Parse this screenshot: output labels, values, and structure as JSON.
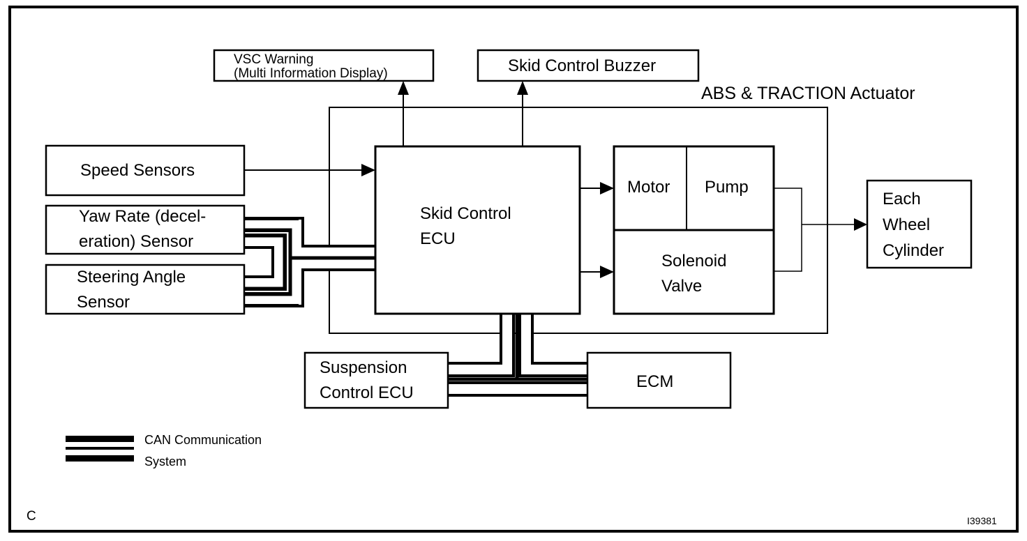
{
  "diagram": {
    "corner_label": "C",
    "figure_id": "I39381",
    "actuator_group_label": "ABS & TRACTION Actuator",
    "blocks": {
      "vsc_warning": {
        "line1": "VSC Warning",
        "line2": "(Multi Information Display)"
      },
      "skid_buzzer": {
        "label": "Skid Control Buzzer"
      },
      "speed_sensors": {
        "label": "Speed Sensors"
      },
      "yaw_rate": {
        "line1": "Yaw Rate (decel-",
        "line2": "eration) Sensor"
      },
      "steering_angle": {
        "line1": "Steering Angle",
        "line2": "Sensor"
      },
      "skid_ecu": {
        "line1": "Skid Control",
        "line2": "ECU"
      },
      "motor": {
        "label": "Motor"
      },
      "pump": {
        "label": "Pump"
      },
      "solenoid": {
        "line1": "Solenoid",
        "line2": "Valve"
      },
      "wheel_cylinder": {
        "line1": "Each",
        "line2": "Wheel",
        "line3": "Cylinder"
      },
      "suspension_ecu": {
        "line1": "Suspension",
        "line2": "Control ECU"
      },
      "ecm": {
        "label": "ECM"
      }
    },
    "legend": {
      "line1": "CAN Communication",
      "line2": "System"
    },
    "connections": [
      {
        "from": "Speed Sensors",
        "to": "Skid Control ECU",
        "type": "signal"
      },
      {
        "from": "Skid Control ECU",
        "to": "VSC Warning",
        "type": "signal"
      },
      {
        "from": "Skid Control ECU",
        "to": "Skid Control Buzzer",
        "type": "signal"
      },
      {
        "from": "Skid Control ECU",
        "to": "Motor",
        "type": "signal"
      },
      {
        "from": "Skid Control ECU",
        "to": "Solenoid Valve",
        "type": "signal"
      },
      {
        "from": "Pump / Solenoid Valve",
        "to": "Each Wheel Cylinder",
        "type": "hydraulic"
      },
      {
        "from": "Yaw Rate Sensor",
        "to": "Skid Control ECU",
        "type": "CAN"
      },
      {
        "from": "Steering Angle Sensor",
        "to": "Skid Control ECU",
        "type": "CAN"
      },
      {
        "from": "Suspension Control ECU",
        "to": "Skid Control ECU",
        "type": "CAN"
      },
      {
        "from": "ECM",
        "to": "Skid Control ECU",
        "type": "CAN"
      }
    ]
  }
}
